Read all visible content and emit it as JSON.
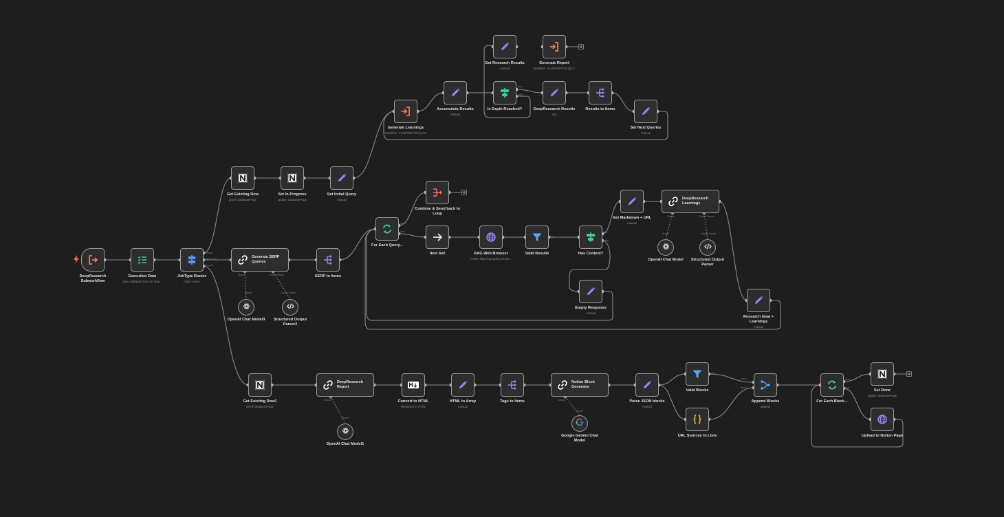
{
  "canvas": {
    "background": "#1e1e1e",
    "node_border": "#9a9a9a",
    "wire": "#8a8a8a"
  },
  "trigger_icon": "bolt-icon",
  "nodes": {
    "trigger": {
      "label": "DeepResearch\nSubworkflow",
      "icon": "sign-out-icon"
    },
    "execution_data": {
      "label": "Execution Data",
      "sub": "Save Highlight Data (for Sear..."
    },
    "jobtype_router": {
      "label": "JobType Router",
      "sub": "mode: Rules"
    },
    "get_existing_row": {
      "label": "Get Existing Row",
      "sub": "getAll: databasePage"
    },
    "set_in_progress": {
      "label": "Set In-Progress",
      "sub": "update: databasePage"
    },
    "set_initial_query": {
      "label": "Set Initial Query",
      "sub": "manual"
    },
    "generate_learnings": {
      "label": "Generate Learnings",
      "sub": "Workflow: 'YLxBR4DPXGz1j1L2'"
    },
    "accumulate_results": {
      "label": "Accumulate Results",
      "sub": "manual"
    },
    "get_research_results": {
      "label": "Get Research Results",
      "sub": "manual"
    },
    "generate_report": {
      "label": "Generate Report",
      "sub": "Workflow: 'YLxBR4DPXGz1j1L2'"
    },
    "is_depth_reached": {
      "label": "Is Depth Reached?"
    },
    "deepresearch_results": {
      "label": "DeepResearch Results",
      "sub": "raw"
    },
    "results_to_items": {
      "label": "Results to Items"
    },
    "set_next_queries": {
      "label": "Set Next Queries",
      "sub": "manual"
    },
    "generate_serp_queries": {
      "label": "Generate SERP\nQueries"
    },
    "serp_to_items": {
      "label": "SERP to Items"
    },
    "openai_chat_model3": {
      "label": "OpenAI Chat Model3"
    },
    "structured_output_parser2": {
      "label": "Structured Output\nParser2"
    },
    "for_each_query": {
      "label": "For Each Query..."
    },
    "combine_send_back": {
      "label": "Combine & Send back to\nLoop"
    },
    "item_ref": {
      "label": "Item Ref"
    },
    "rag_web_browser": {
      "label": "RAG Web Browser",
      "sub": "POST: https://api.apify.com/v2..."
    },
    "valid_results": {
      "label": "Valid Results"
    },
    "has_content": {
      "label": "Has Content?"
    },
    "empty_response": {
      "label": "Empty Response",
      "sub": "manual"
    },
    "get_markdown_url": {
      "label": "Get Markdown + URL",
      "sub": "manual"
    },
    "deepresearch_learnings": {
      "label": "DeepResearch\nLearnings"
    },
    "openai_chat_model": {
      "label": "OpenAI Chat Model"
    },
    "structured_output_parser": {
      "label": "Structured Output\nParser"
    },
    "research_goal_learnings": {
      "label": "Research Goal +\nLearnings",
      "sub": "manual"
    },
    "get_existing_row1": {
      "label": "Get Existing Row1",
      "sub": "getAll: databasePage"
    },
    "deepresearch_report": {
      "label": "DeepResearch\nReport"
    },
    "openai_chat_model1": {
      "label": "OpenAI Chat Model1"
    },
    "convert_to_html": {
      "label": "Convert to HTML",
      "sub": "Markdown to HTML"
    },
    "html_to_array": {
      "label": "HTML to Array",
      "sub": "manual"
    },
    "tags_to_items": {
      "label": "Tags to Items"
    },
    "notion_block_generator": {
      "label": "Notion Block\nGenerator"
    },
    "google_gemini_chat_model": {
      "label": "Google Gemini Chat\nModel"
    },
    "parse_json_blocks": {
      "label": "Parse JSON blocks",
      "sub": "manual"
    },
    "valid_blocks": {
      "label": "Valid Blocks"
    },
    "url_sources_to_lists": {
      "label": "URL Sources to Lists"
    },
    "append_blocks": {
      "label": "Append Blocks",
      "sub": "append"
    },
    "for_each_block": {
      "label": "For Each Block..."
    },
    "set_done": {
      "label": "Set Done",
      "sub": "update: databasePage"
    },
    "upload_to_notion_page": {
      "label": "Upload to Notion Page"
    }
  },
  "port_labels": {
    "router": [
      "Initiate",
      "Step Lang",
      "Report"
    ],
    "model": "Model",
    "output_parser": "Output Parser",
    "loop": [
      "done",
      "loop"
    ],
    "true": "true",
    "false": "false",
    "input1": "Input 1",
    "input2": "Input 2",
    "true_lower": "true"
  }
}
